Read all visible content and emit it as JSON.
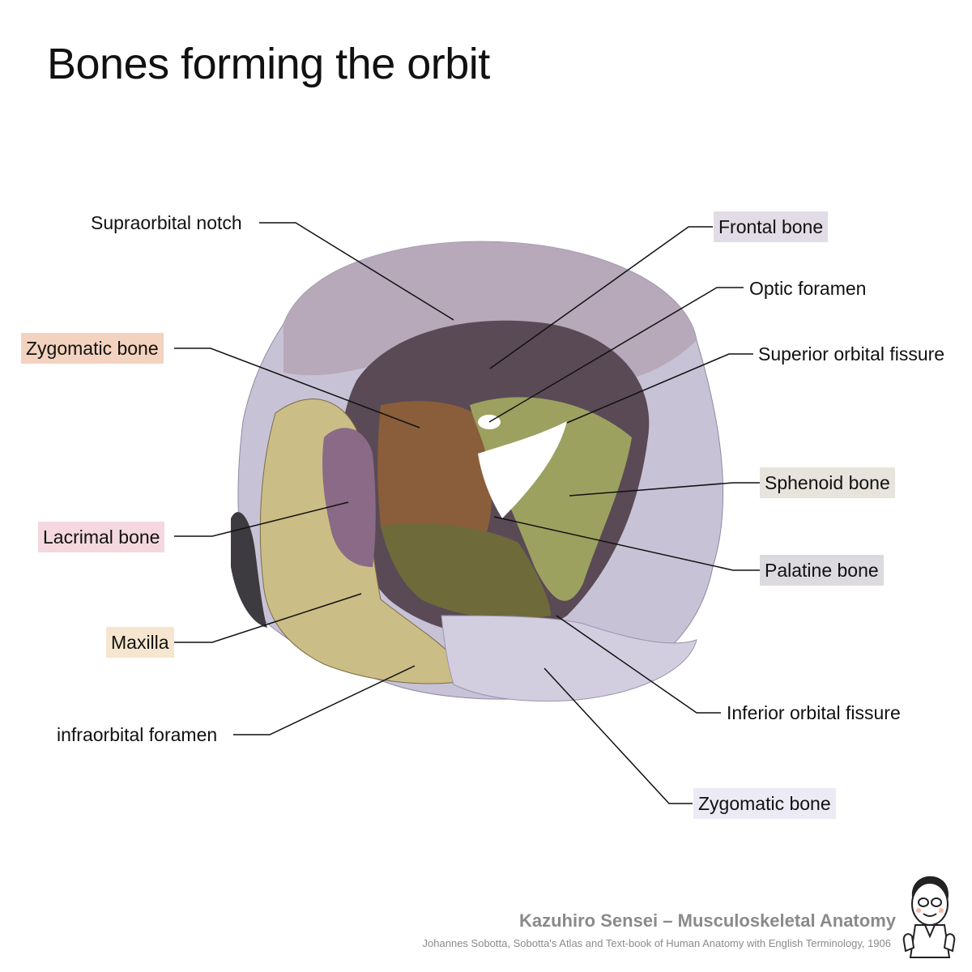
{
  "title": "Bones forming the orbit",
  "labels": {
    "supraorbital_notch": "Supraorbital notch",
    "frontal_bone": "Frontal bone",
    "optic_foramen": "Optic foramen",
    "zygomatic_bone_left": "Zygomatic bone",
    "superior_orbital_fissure": "Superior orbital fissure",
    "sphenoid_bone": "Sphenoid bone",
    "lacrimal_bone": "Lacrimal bone",
    "palatine_bone": "Palatine bone",
    "maxilla": "Maxilla",
    "infraorbital_foramen": "infraorbital foramen",
    "inferior_orbital_fissure": "Inferior orbital fissure",
    "zygomatic_bone_right": "Zygomatic bone"
  },
  "credits": {
    "author": "Kazuhiro Sensei – Musculoskeletal Anatomy",
    "source": "Johannes Sobotta, Sobotta's Atlas and Text-book of Human Anatomy with English Terminology, 1906"
  },
  "colors": {
    "frontal": "#e2dce6",
    "zygomatic_left": "#f3d3bf",
    "lacrimal": "#f4d7df",
    "maxilla": "#f6e6cf",
    "sphenoid": "#e6e4dc",
    "palatine": "#dcd9df",
    "zygomatic_right": "#eceaf4"
  }
}
